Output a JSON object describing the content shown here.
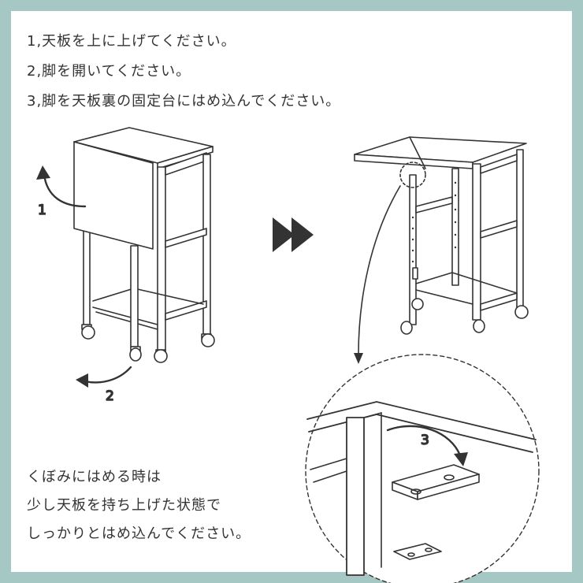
{
  "instructions": [
    "1,天板を上に上げてください。",
    "2,脚を開いてください。",
    "3,脚を天板裏の固定台にはめ込んでください。"
  ],
  "note": [
    "くぼみにはめる時は",
    "少し天板を持ち上げた状態で",
    "しっかりとはめ込んでください。"
  ],
  "labels": {
    "step1": "1",
    "step2": "2",
    "step3": "3"
  },
  "colors": {
    "frame": "#a5c8c5",
    "ink": "#333333"
  },
  "icons": {
    "next": "double-chevron-right-icon"
  }
}
